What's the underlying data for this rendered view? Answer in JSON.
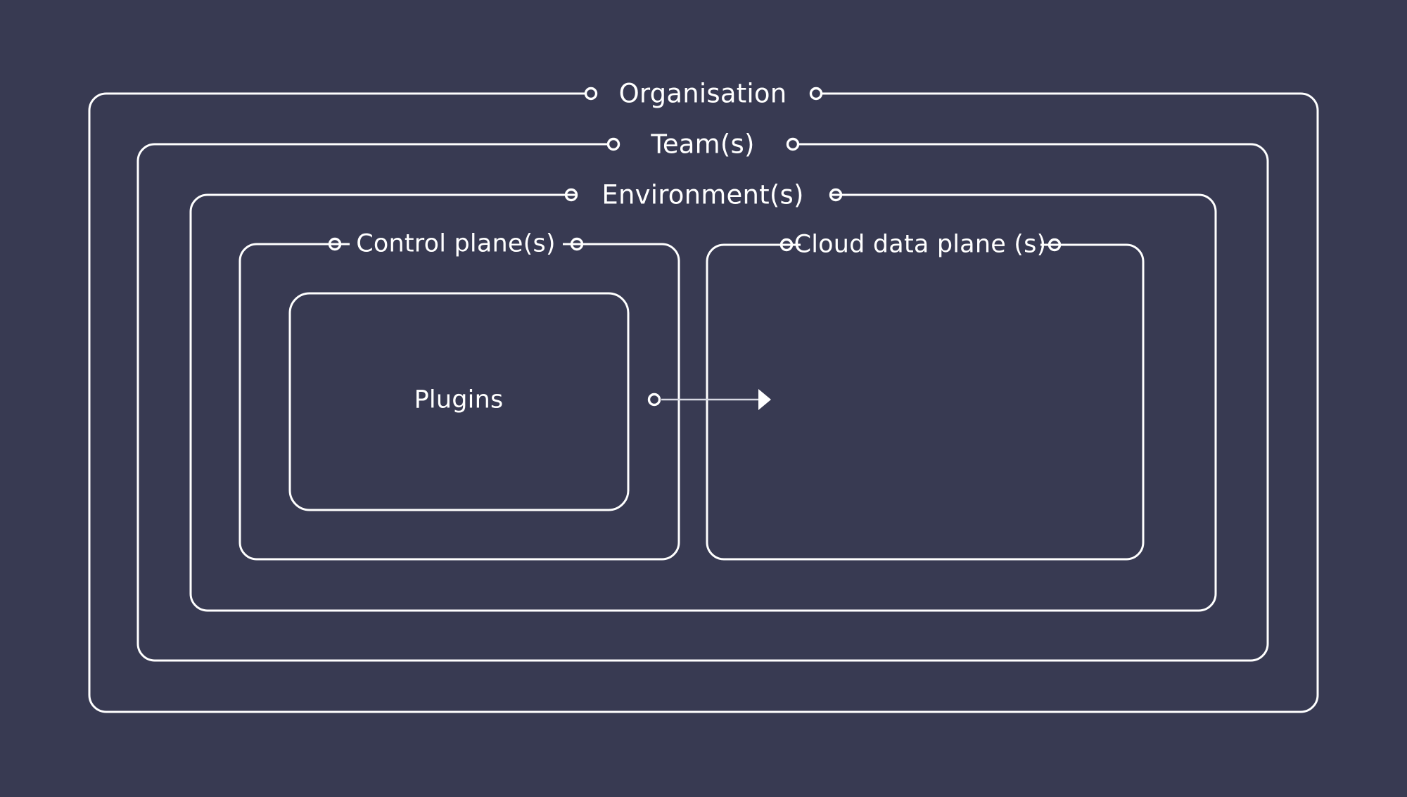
{
  "diagram": {
    "title": "Organisation nested architecture",
    "background_color": "#383a52",
    "stroke_color": "#ffffff",
    "text_color": "#ffffff",
    "flow_color": "#d8d9e3",
    "layers": [
      {
        "id": "organisation",
        "label": "Organisation",
        "level": 1,
        "label_connector": "both-sides"
      },
      {
        "id": "team",
        "label": "Team(s)",
        "level": 2,
        "label_connector": "both-sides"
      },
      {
        "id": "environment",
        "label": "Environment(s)",
        "level": 3,
        "label_connector": "both-sides"
      },
      {
        "id": "control-plane",
        "label": "Control plane(s)",
        "level": 4,
        "label_connector": "both-sides"
      },
      {
        "id": "cloud-data-plane",
        "label": "Cloud data plane (s)",
        "level": 4,
        "label_connector": "both-sides"
      },
      {
        "id": "plugins",
        "label": "Plugins",
        "level": 5,
        "label_connector": "none"
      }
    ],
    "flow": {
      "from": "plugins",
      "to": "cloud-data-plane",
      "source_marker": "circle",
      "target_marker": "arrowhead"
    }
  }
}
